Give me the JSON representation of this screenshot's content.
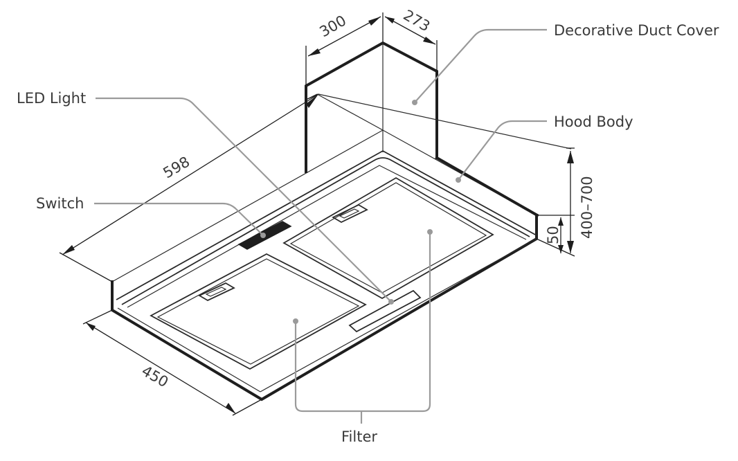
{
  "labels": {
    "decorative_duct_cover": "Decorative Duct Cover",
    "led_light": "LED Light",
    "hood_body": "Hood Body",
    "switch": "Switch",
    "filter": "Filter"
  },
  "dimensions": {
    "duct_depth": "300",
    "duct_width": "273",
    "body_width": "598",
    "body_depth": "450",
    "body_thickness": "50",
    "total_height": "400–700"
  },
  "colors": {
    "outline": "#1e1e1e",
    "leader": "#9a9a9a",
    "text": "#3a3a3a"
  }
}
